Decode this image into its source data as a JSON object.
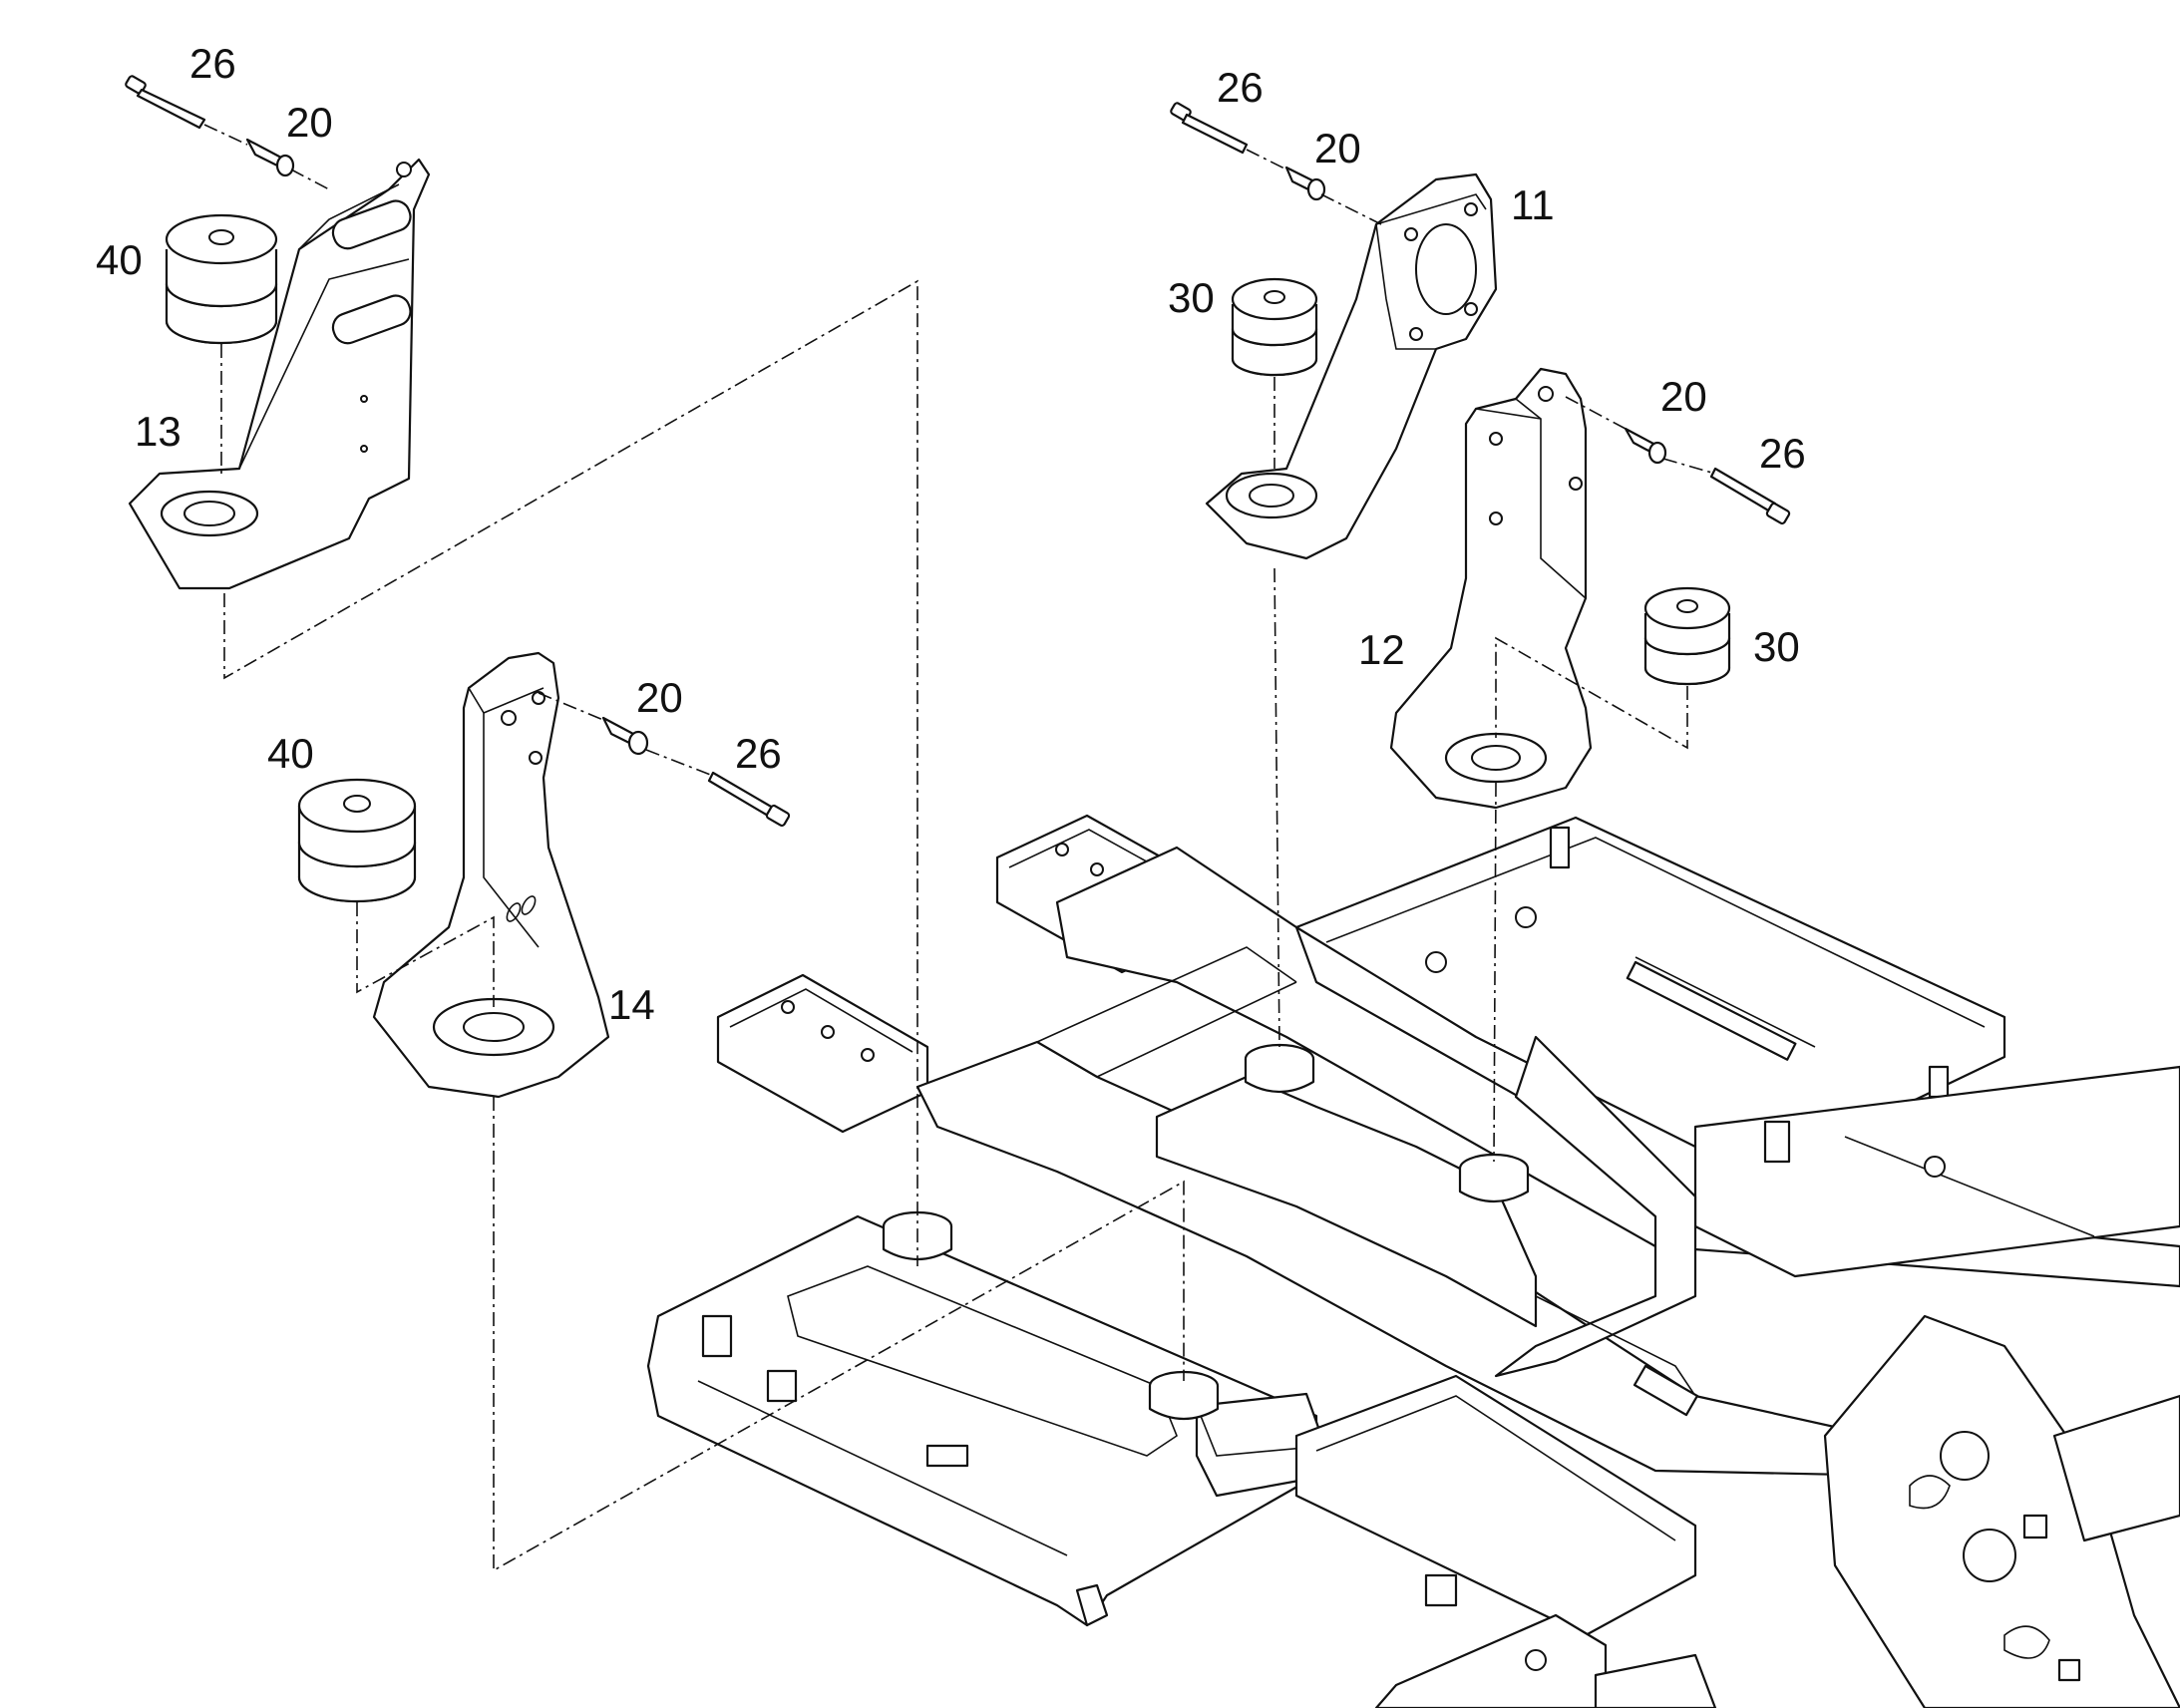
{
  "diagram": {
    "callouts": [
      {
        "id": "c26a",
        "text": "26"
      },
      {
        "id": "c20a",
        "text": "20"
      },
      {
        "id": "c40a",
        "text": "40"
      },
      {
        "id": "c13",
        "text": "13"
      },
      {
        "id": "c26b",
        "text": "26"
      },
      {
        "id": "c20b",
        "text": "20"
      },
      {
        "id": "c11",
        "text": "11"
      },
      {
        "id": "c30a",
        "text": "30"
      },
      {
        "id": "c20c",
        "text": "20"
      },
      {
        "id": "c26c",
        "text": "26"
      },
      {
        "id": "c12",
        "text": "12"
      },
      {
        "id": "c30b",
        "text": "30"
      },
      {
        "id": "c40b",
        "text": "40"
      },
      {
        "id": "c20d",
        "text": "20"
      },
      {
        "id": "c26d",
        "text": "26"
      },
      {
        "id": "c14",
        "text": "14"
      }
    ]
  }
}
